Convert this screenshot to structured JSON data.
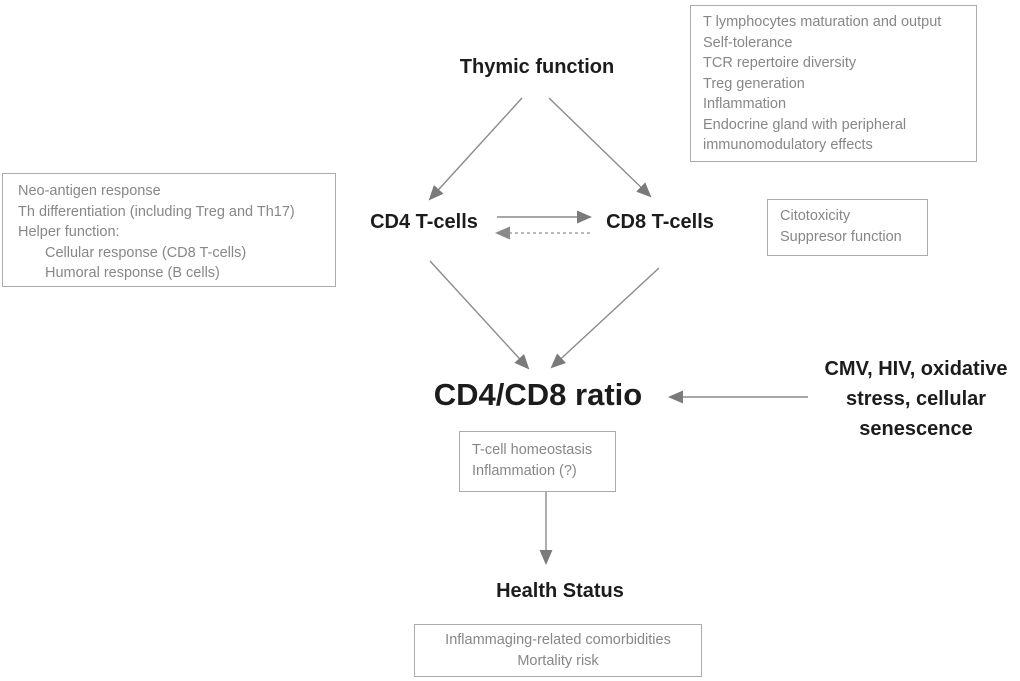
{
  "colors": {
    "heading_text": "#1c1c1c",
    "box_border": "#ababab",
    "box_text": "#878787",
    "arrow_solid": "#8a8a8a",
    "arrow_head": "#7a7a7a",
    "arrow_dashed": "#a3a3a3"
  },
  "nodes": {
    "thymic_function": {
      "label": "Thymic function"
    },
    "cd4": {
      "label": "CD4 T-cells"
    },
    "cd8": {
      "label": "CD8 T-cells"
    },
    "ratio": {
      "label": "CD4/CD8 ratio"
    },
    "health": {
      "label": "Health Status"
    },
    "external_factors": {
      "lines": [
        "CMV, HIV, oxidative",
        "stress, cellular",
        "senescence"
      ]
    }
  },
  "boxes": {
    "thymic_outputs": {
      "lines": [
        "T lymphocytes maturation and output",
        "Self-tolerance",
        "TCR repertoire diversity",
        "Treg generation",
        "Inflammation",
        "Endocrine gland with peripheral immunomodulatory effects"
      ]
    },
    "cd4_functions": {
      "lines": [
        "Neo-antigen response",
        "Th differentiation (including Treg and Th17)",
        "Helper function:",
        "Cellular response (CD8 T-cells)",
        "Humoral response (B cells)"
      ]
    },
    "cd8_functions": {
      "lines": [
        "Citotoxicity",
        "Suppresor function"
      ]
    },
    "ratio_meaning": {
      "lines": [
        "T-cell homeostasis",
        "Inflammation (?)"
      ]
    },
    "health_outcomes": {
      "lines": [
        "Inflammaging-related comorbidities",
        "Mortality risk"
      ]
    }
  }
}
